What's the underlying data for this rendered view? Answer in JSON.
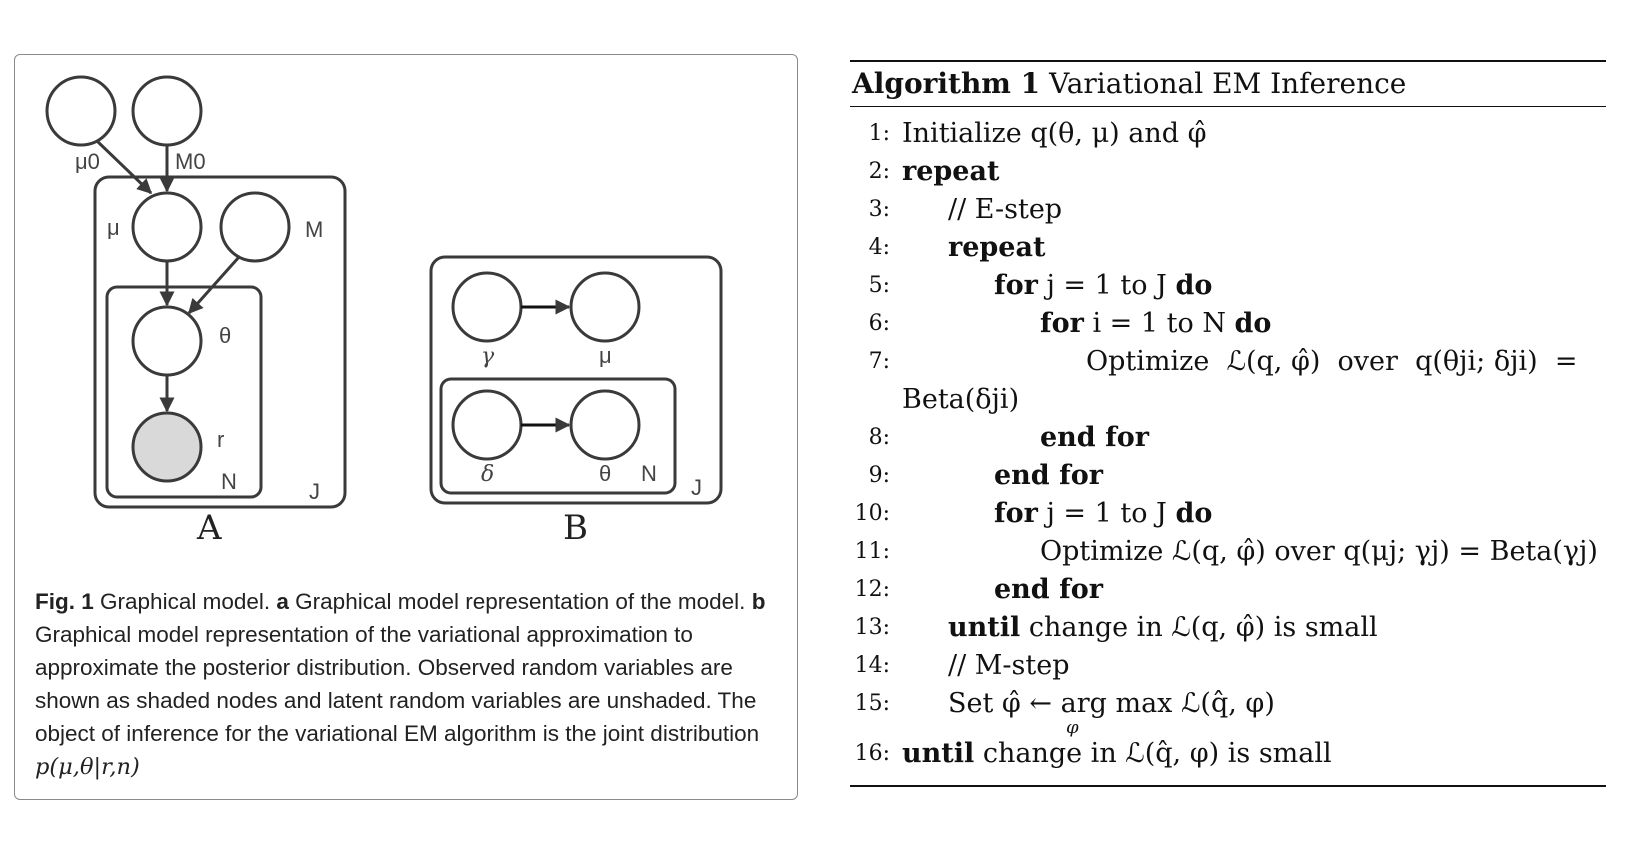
{
  "figure": {
    "node_labels": {
      "mu0": "μ0",
      "M0": "M0",
      "mu": "μ",
      "M": "M",
      "theta": "θ",
      "r": "r",
      "N": "N",
      "J": "J",
      "gamma": "γ",
      "mu_b": "μ",
      "delta": "δ",
      "theta_b": "θ",
      "N_b": "N",
      "J_b": "J"
    },
    "panel_labels": {
      "a": "A",
      "b": "B"
    },
    "caption": {
      "fig_label": "Fig. 1",
      "title": "Graphical model.",
      "a_label": "a",
      "a_text": "Graphical model representation of the model.",
      "b_label": "b",
      "b_text": "Graphical model representation of the variational approximation to approximate the posterior distribution. Observed random variables are shown as shaded nodes and latent random variables are unshaded. The object of inference for the variational EM algorithm is the joint distribution",
      "formula": "p(μ,θ|r,n)"
    },
    "colors": {
      "border": "#8a8a8a",
      "node_stroke": "#3a3a3a",
      "shaded_node": "#d9d9d9"
    }
  },
  "algorithm": {
    "label": "Algorithm 1",
    "title": "Variational EM Inference",
    "lines": [
      {
        "no": "1:",
        "keyword": "",
        "text": "Initialize q(θ, μ) and φ̂"
      },
      {
        "no": "2:",
        "keyword": "repeat",
        "text": ""
      },
      {
        "no": "3:",
        "keyword": "",
        "text": "// E-step"
      },
      {
        "no": "4:",
        "keyword": "repeat",
        "text": ""
      },
      {
        "no": "5:",
        "keyword": "for",
        "text": "j = 1 to J",
        "keyword_end": "do"
      },
      {
        "no": "6:",
        "keyword": "for",
        "text": "i = 1 to N",
        "keyword_end": "do"
      },
      {
        "no": "7:",
        "keyword": "",
        "text": "Optimize  ℒ(q, φ̂)  over  q(θji; δji)  =",
        "text_cont": "Beta(δji)"
      },
      {
        "no": "8:",
        "keyword": "end for",
        "text": ""
      },
      {
        "no": "9:",
        "keyword": "end for",
        "text": ""
      },
      {
        "no": "10:",
        "keyword": "for",
        "text": "j = 1 to J",
        "keyword_end": "do"
      },
      {
        "no": "11:",
        "keyword": "",
        "text": "Optimize ℒ(q, φ̂) over q(μj; γj) = Beta(γj)"
      },
      {
        "no": "12:",
        "keyword": "end for",
        "text": ""
      },
      {
        "no": "13:",
        "keyword": "until",
        "text": "change in ℒ(q, φ̂) is small"
      },
      {
        "no": "14:",
        "keyword": "",
        "text": "// M-step"
      },
      {
        "no": "15:",
        "keyword": "",
        "text": "Set φ̂ ← arg max ℒ(q̂, φ)",
        "subscript": "φ"
      },
      {
        "no": "16:",
        "keyword": "until",
        "text": "change in ℒ(q̂, φ) is small"
      }
    ]
  }
}
